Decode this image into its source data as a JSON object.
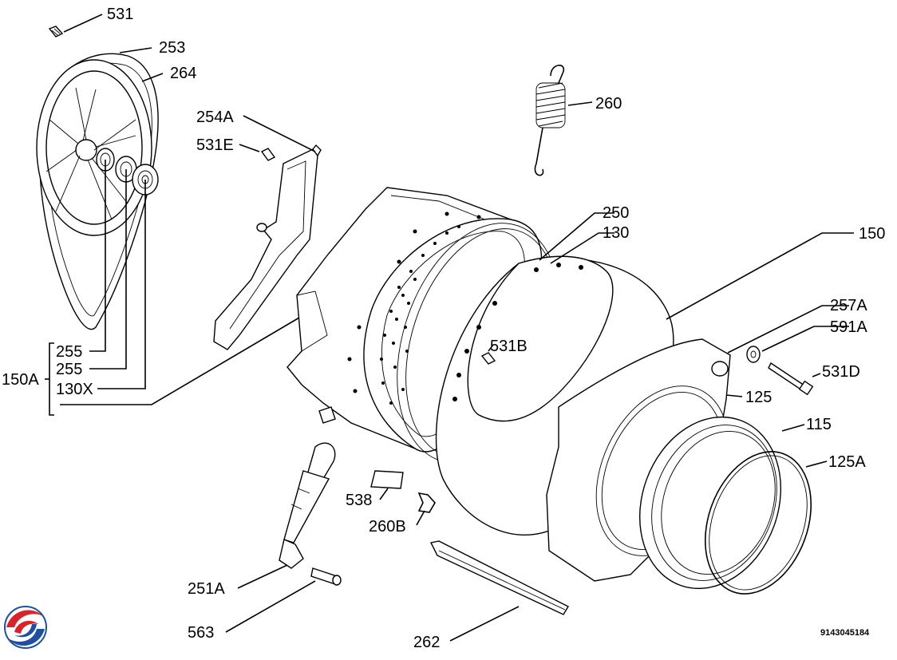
{
  "diagram": {
    "document_id": "9143045184",
    "labels": {
      "l531": "531",
      "l253": "253",
      "l264": "264",
      "l254a": "254A",
      "l531e": "531E",
      "l260": "260",
      "l250": "250",
      "l130": "130",
      "l150": "150",
      "l257a": "257A",
      "l591a": "591A",
      "l531b": "531B",
      "l531d": "531D",
      "l125": "125",
      "l115": "115",
      "l125a": "125A",
      "l150a": "150A",
      "l255a": "255",
      "l255b": "255",
      "l130x": "130X",
      "l538": "538",
      "l260b": "260B",
      "l251a": "251A",
      "l563": "563",
      "l262": "262"
    }
  },
  "logo": {
    "colors": {
      "red": "#d8232a",
      "blue": "#1f4fa0"
    }
  }
}
